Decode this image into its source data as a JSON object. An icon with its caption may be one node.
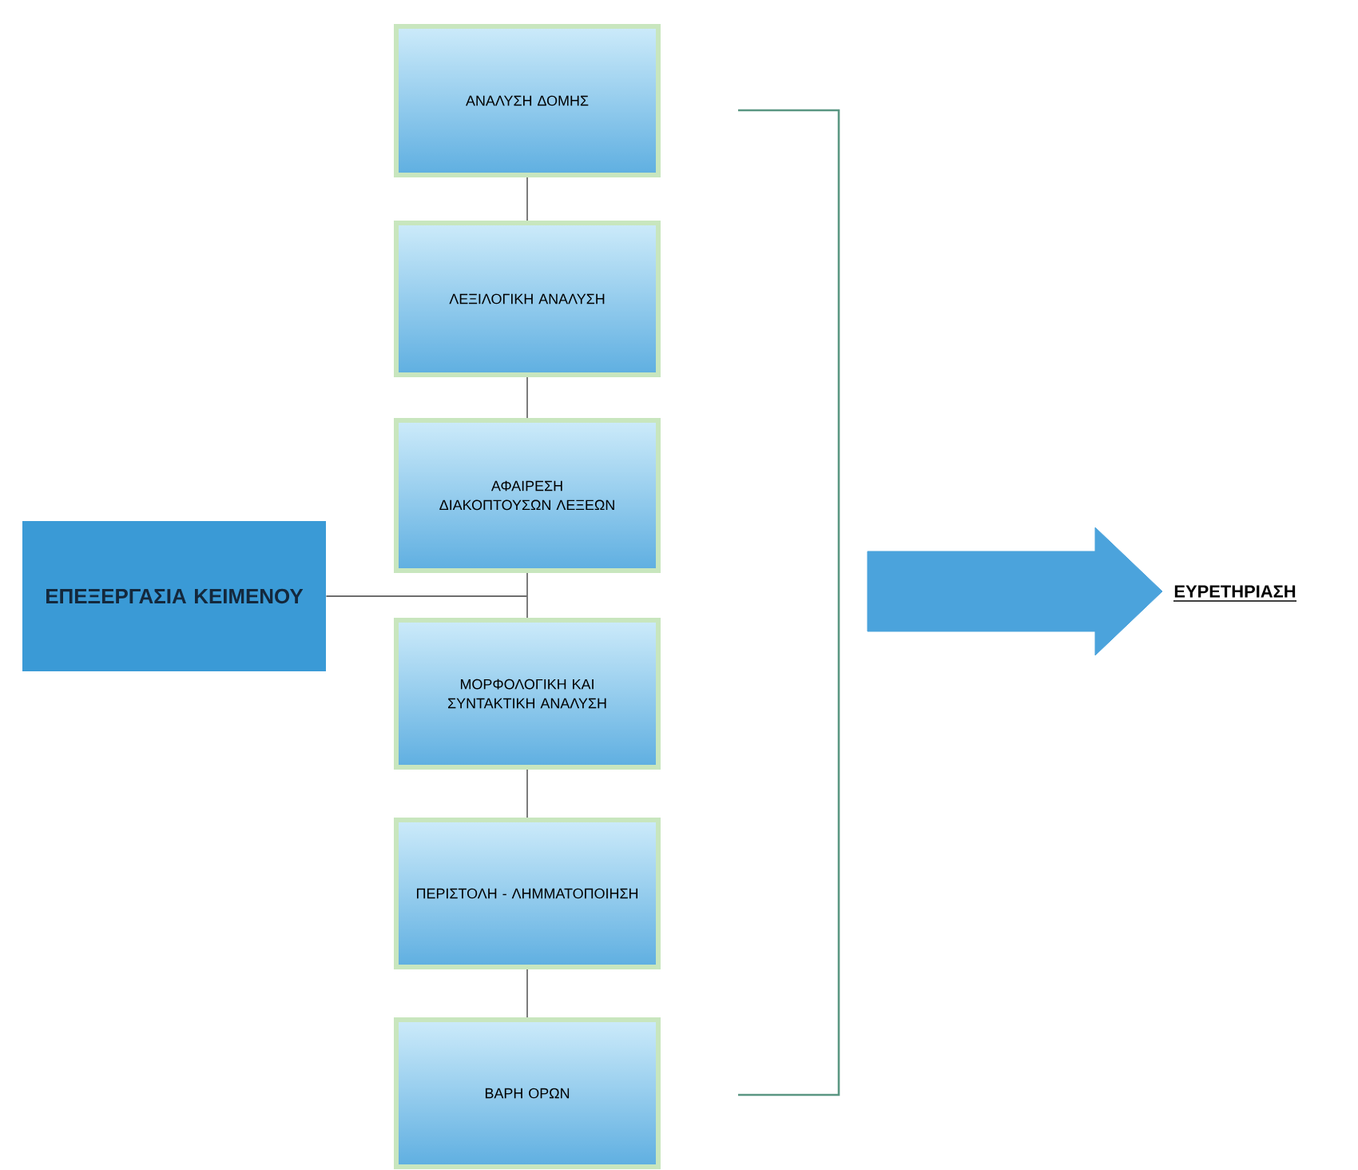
{
  "diagram": {
    "nodes": [
      {
        "text": [
          "ΑΝΑΛΥΣΗ ΔΟΜΗΣ"
        ]
      },
      {
        "text": [
          "ΛΕΞΙΛΟΓΙΚΗ ΑΝΑΛΥΣΗ"
        ]
      },
      {
        "text": [
          "ΑΦΑΙΡΕΣΗ ΔΙΑΚΟΠΤΟΥΣΩΝ ΛΕΞΕΩΝ"
        ]
      },
      {
        "text": [
          "ΜΟΡΦΟΛΟΓΙΚΗ ΚΑΙ ΣΥΝΤΑΚΤΙΚΗ ΑΝΑΛΥΣΗ"
        ]
      },
      {
        "text": [
          "ΠΕΡΙΣΤΟΛΗ - ΛΗΜΜΑΤΟΠΟΙΗΣΗ"
        ]
      },
      {
        "text": [
          "ΒΑΡΗ ΟΡΩΝ"
        ]
      },
      {
        "text": [
          "ΕΠΕΞΕΡΓΑΣΙΑ ΚΕΙΜΕΝΟΥ"
        ]
      },
      {
        "text": [
          "ΕΥΡΕΤΗΡΙΑΣΗ"
        ]
      }
    ],
    "edges": [
      {
        "from": 0,
        "to": 1,
        "arrow": "none"
      },
      {
        "from": 1,
        "to": 2,
        "arrow": "none"
      },
      {
        "from": 2,
        "to": 3,
        "arrow": "none"
      },
      {
        "from": 3,
        "to": 4,
        "arrow": "none"
      },
      {
        "from": 4,
        "to": 5,
        "arrow": "none"
      },
      {
        "from": 6,
        "to": null,
        "arrow": "none"
      },
      {
        "from": null,
        "to": 7,
        "arrow": "to",
        "style": "thick",
        "color": "#4ba3dc"
      }
    ]
  }
}
